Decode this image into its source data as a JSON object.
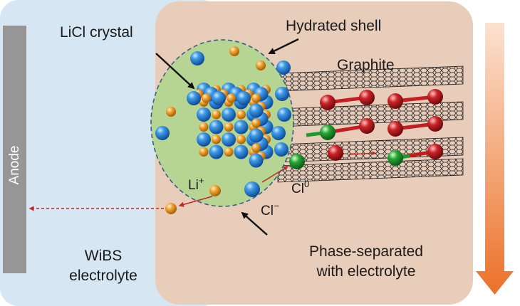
{
  "labels": {
    "anode": "Anode",
    "licl_crystal": "LiCl crystal",
    "hydrated_shell": "Hydrated shell",
    "graphite": "Graphite",
    "li_ion": "Li",
    "li_ion_charge": "+",
    "chloride": "Cl",
    "chloride_charge": "−",
    "chlorine_atom": "Cl",
    "chlorine_atom_sup": "0",
    "phase_separated_line1": "Phase-separated",
    "phase_separated_line2": "with electrolyte",
    "wibs_line1": "WiBS",
    "wibs_line2": "electrolyte"
  },
  "colors": {
    "wibs_region": "#d6e6f2",
    "phase_region": "#e8cdbb",
    "anode_bar": "#969696",
    "shell_fill": "#b6d592",
    "li_sphere": "#f0a030",
    "cl_sphere": "#2a78c8",
    "cl0_sphere": "#1f9a30",
    "intercalated_cl": "#c61c24",
    "arrow_orange": "#ee7a2c"
  },
  "icons": {
    "down_arrow": "orange-gradient-down-arrow"
  }
}
